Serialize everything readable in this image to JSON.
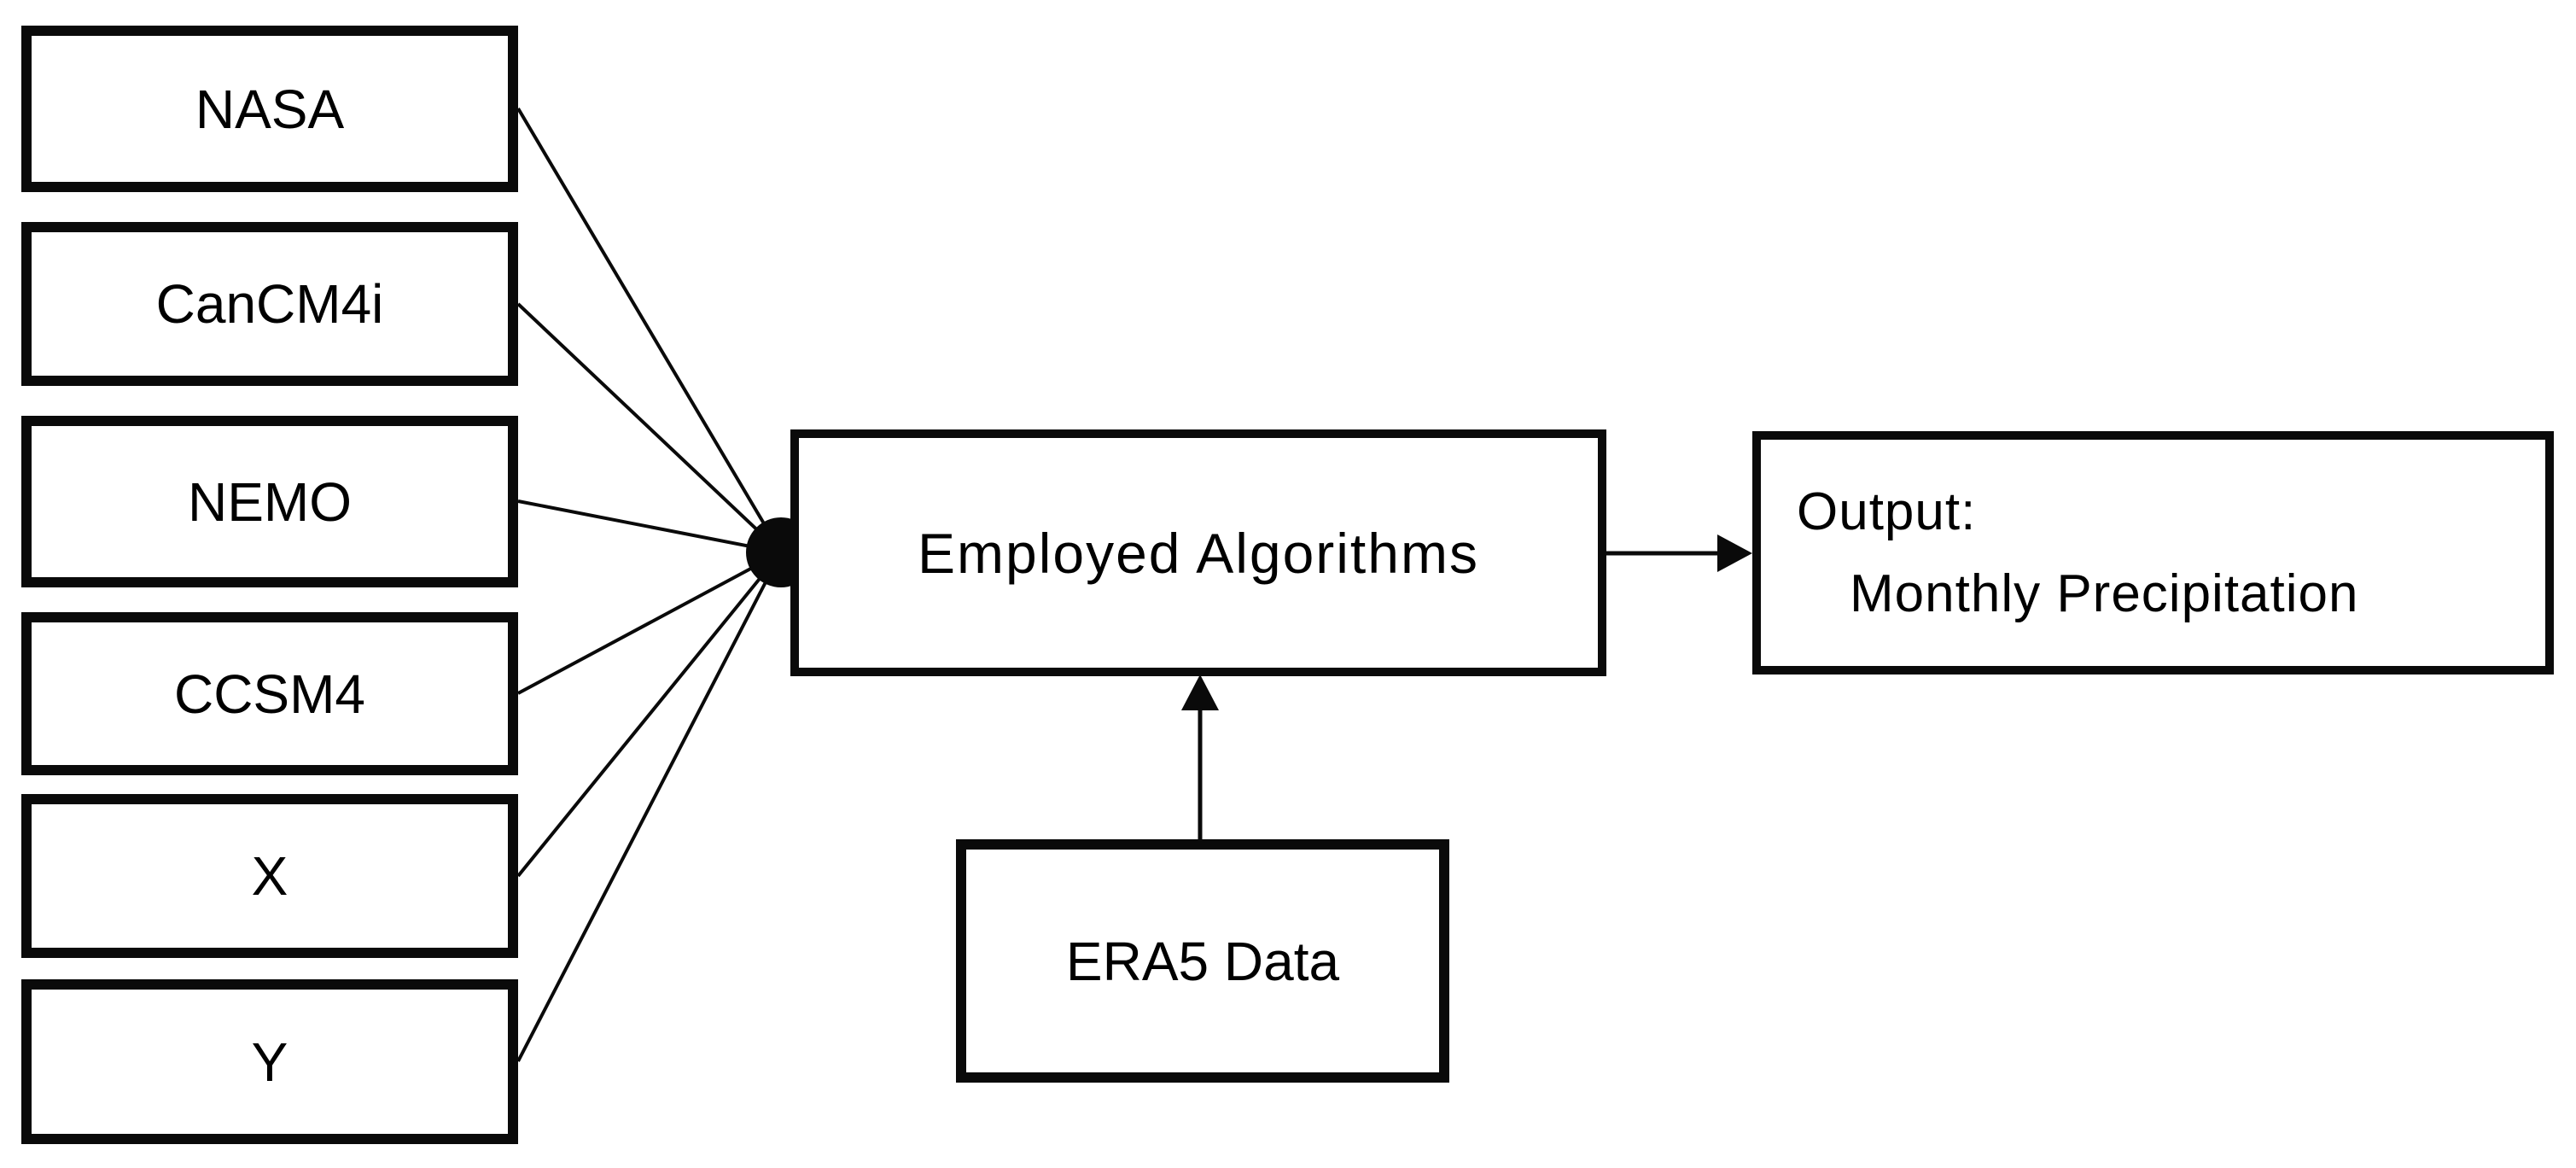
{
  "diagram": {
    "source_models": [
      {
        "label": "NASA"
      },
      {
        "label": "CanCM4i"
      },
      {
        "label": "NEMO"
      },
      {
        "label": "CCSM4"
      },
      {
        "label": "X"
      },
      {
        "label": "Y"
      }
    ],
    "process": {
      "label": "Employed Algorithms"
    },
    "reference": {
      "label": "ERA5 Data"
    },
    "output": {
      "line1": "Output:",
      "line2": "Monthly Precipitation"
    },
    "colors": {
      "stroke": "#000000",
      "background": "#ffffff"
    }
  }
}
